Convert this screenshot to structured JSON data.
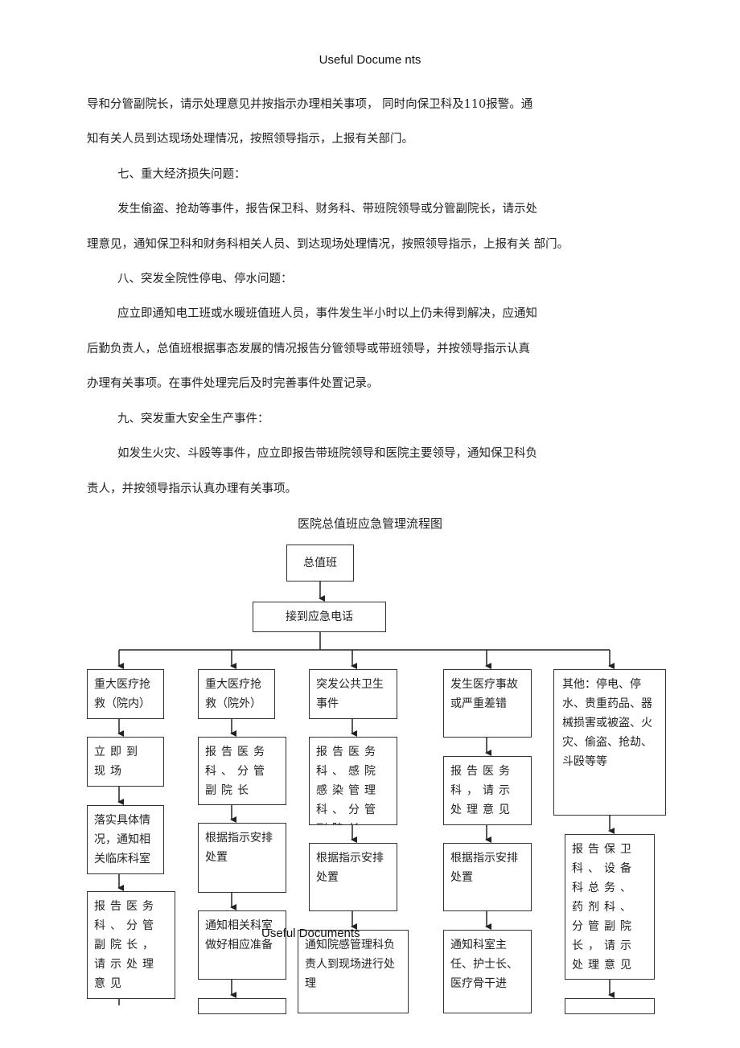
{
  "header": "Useful Docume nts",
  "paragraphs": [
    "导和分管副院长，请示处理意见并按指示办理相关事项，  同时向保卫科及110报警。通",
    "知有关人员到达现场处理情况，按照领导指示，上报有关部门。",
    "七、重大经济损失问题：",
    "发生偷盗、抢劫等事件，报告保卫科、财务科、带班院领导或分管副院长，请示处",
    "理意见，通知保卫科和财务科相关人员、到达现场处理情况，按照领导指示，上报有关  部门。",
    "八、突发全院性停电、停水问题：",
    "应立即通知电工班或水暖班值班人员，事件发生半小时以上仍未得到解决，应通知",
    "后勤负责人，总值班根据事态发展的情况报告分管领导或带班领导，并按领导指示认真",
    "办理有关事项。在事件处理完后及时完善事件处置记录。",
    "九、突发重大安全生产事件：",
    "如发生火灾、斗殴等事件，应立即报告带班院领导和医院主要领导，通知保卫科负",
    "责人，并按领导指示认真办理有关事项。"
  ],
  "flowchart": {
    "title": "医院总值班应急管理流程图",
    "root": "总值班",
    "call": "接到应急电话",
    "col1": [
      "重大医疗抢救（院内）",
      "立即到现场",
      "落实具体情况，通知相关临床科室",
      "报告医务科、分管副院长，请示处理意见"
    ],
    "col2": [
      "重大医疗抢救（院外）",
      "报告医务科、分管副院长",
      "根据指示安排处置",
      "通知相关科室做好相应准备"
    ],
    "col3": [
      "突发公共卫生事件",
      "报告医务科、感院感染管理科、分管副院长",
      "根据指示安排处置",
      "通知院感管理科负责人到现场进行处理"
    ],
    "col4": [
      "发生医疗事故或严重差错",
      "报告医务科，请示处理意见",
      "根据指示安排处置",
      "通知科室主任、护士长、医疗骨干进"
    ],
    "col5": [
      "其他：停电、停水、贵重药品、器械损害或被盗、火灾、偷盗、抢劫、斗殴等等",
      "报告保卫科、设备科总务、药剂科、分管副院长，请示处理意见"
    ],
    "watermark": "Useful Documents"
  }
}
